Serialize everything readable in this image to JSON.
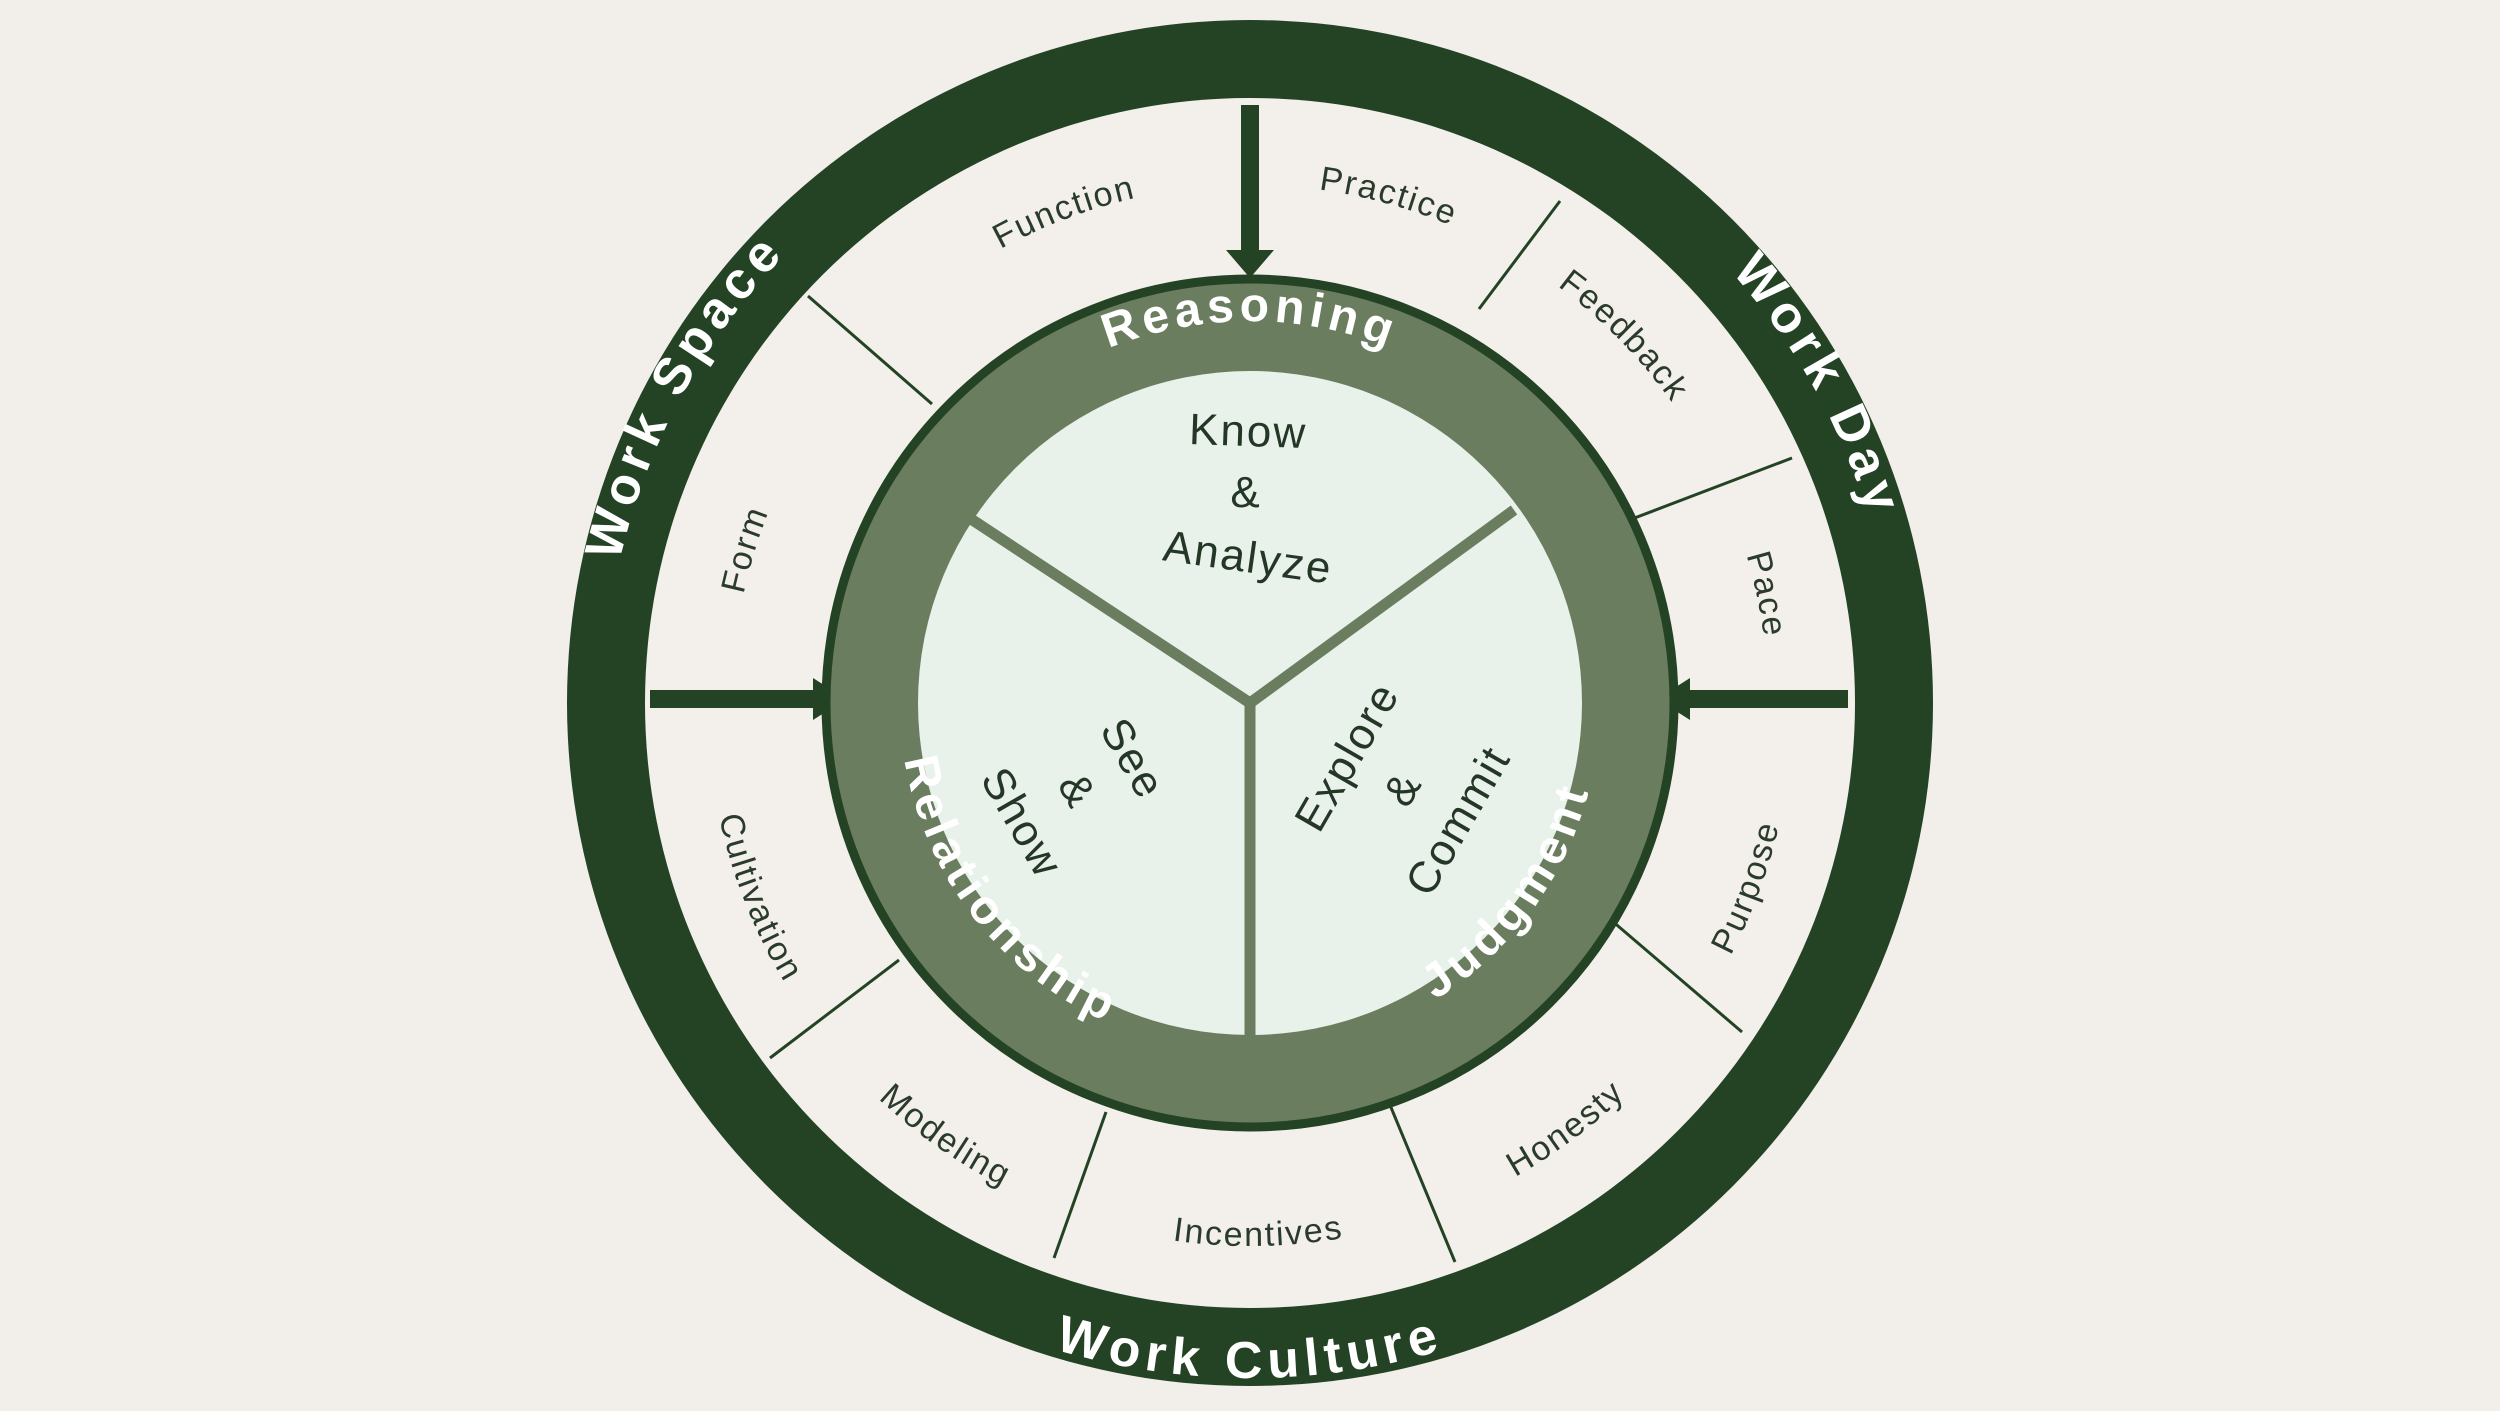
{
  "colors": {
    "background": "#f2eeea",
    "outer_ring": "#234324",
    "segment_fill": "#f3f0eb",
    "middle_ring": "#6b7d5f",
    "core_fill": "#e8f1ea",
    "core_divider": "#6b7d5f",
    "label_text": "#2a3b2c",
    "title_text": "#ffffff"
  },
  "outer_ring": {
    "work_space": "Work Space",
    "work_day": "Work Day",
    "work_culture": "Work Culture"
  },
  "segments": {
    "function": "Function",
    "practice": "Practice",
    "feedback": "Feedback",
    "pace": "Pace",
    "purpose": "Purpose",
    "honesty": "Honesty",
    "incentives": "Incentives",
    "modeling": "Modeling",
    "cultivation": "Cultivation",
    "form": "Form"
  },
  "middle_ring": {
    "reasoning": "Reasoning",
    "judgment": "Judgment",
    "relationship": "Relationship"
  },
  "core": {
    "know": {
      "line1": "Know",
      "line2": "&",
      "line3": "Analyze"
    },
    "explore": {
      "line1": "Explore",
      "line2": "&",
      "line3": "Commit"
    },
    "see": {
      "line1": "See",
      "line2": "&",
      "line3": "Show"
    }
  }
}
